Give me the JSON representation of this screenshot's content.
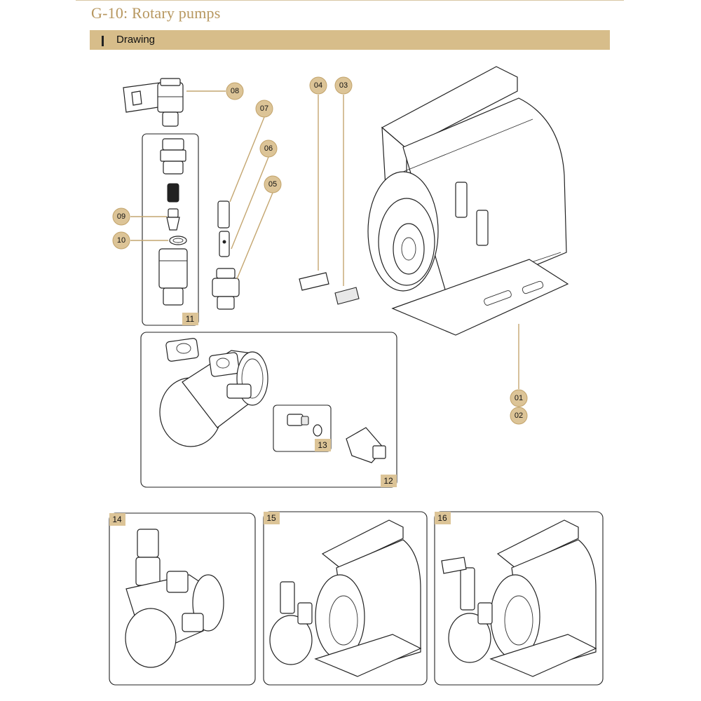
{
  "page": {
    "title": "G-10: Rotary pumps"
  },
  "section": {
    "label": "Drawing"
  },
  "callouts": {
    "c08": "08",
    "c07": "07",
    "c06": "06",
    "c05": "05",
    "c09": "09",
    "c10": "10",
    "c04": "04",
    "c03": "03",
    "c01": "01",
    "c02": "02"
  },
  "tags": {
    "t11": "11",
    "t12": "12",
    "t13": "13",
    "t14": "14",
    "t15": "15",
    "t16": "16"
  },
  "colors": {
    "accent": "#d7bd8a",
    "title": "#b7975f",
    "callout_fill": "#dcc497",
    "leader": "#c4a670"
  }
}
